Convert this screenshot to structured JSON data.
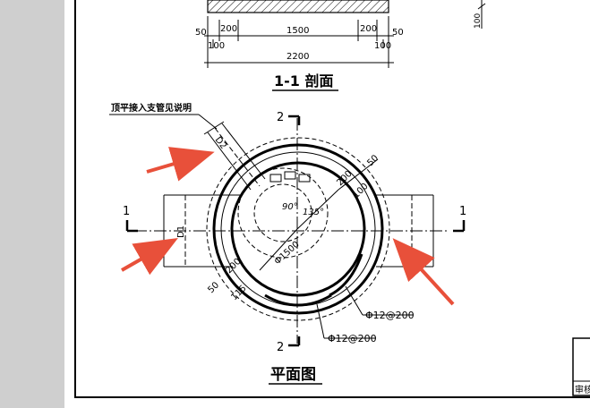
{
  "section": {
    "dims_top": [
      "50",
      "200",
      "1500",
      "200",
      "50"
    ],
    "dims_bottom_small": [
      "100",
      "100"
    ],
    "total": "2200",
    "title": "1-1 剖面"
  },
  "plan": {
    "title": "平面图",
    "note": "顶平接入支管见说明",
    "pipe_label": "D2",
    "pipe_label_left": "D1",
    "cut_2": "2",
    "cut_1": "1",
    "dim_50_top": "50",
    "dim_200": "200",
    "dim_100": "100",
    "angle_90": "90°",
    "angle_135": "135°",
    "dia": "Φ1500",
    "dim_200_left": "200",
    "dim_50_left": "50",
    "dim_115": "115",
    "rebar_1": "Φ12@200",
    "rebar_2": "Φ12@200"
  },
  "right_edge": {
    "dim_100": "100",
    "titleblock_text": "审核"
  },
  "colors": {
    "arrow": "#e8503a",
    "line": "#000000",
    "sidebar": "#cfcfcf"
  }
}
